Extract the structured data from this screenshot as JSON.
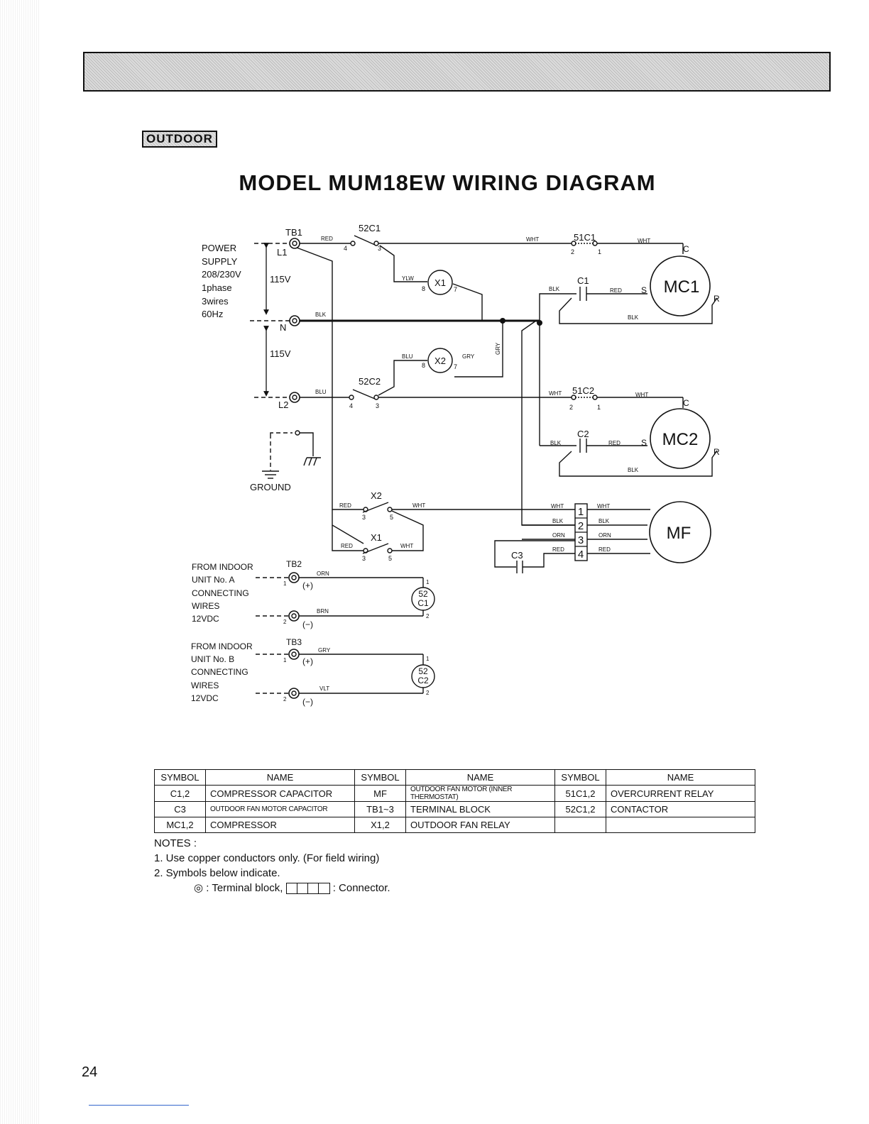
{
  "header": {
    "section_tag": "OUTDOOR",
    "title": "MODEL MUM18EW WIRING DIAGRAM"
  },
  "diagram": {
    "power_supply": [
      "POWER",
      "SUPPLY",
      "208/230V",
      "1phase",
      "3wires",
      "60Hz"
    ],
    "voltage_labels": [
      "115V",
      "115V"
    ],
    "terminal_tb1": "TB1",
    "terminals": {
      "l1": "L1",
      "n": "N",
      "l2": "L2"
    },
    "ground": "GROUND",
    "components": {
      "c52c1": "52C1",
      "c52c2": "52C2",
      "x1": "X1",
      "x2": "X2",
      "c51c1": "51C1",
      "c51c2": "51C2",
      "cap_c1": "C1",
      "cap_c2": "C2",
      "cap_c3": "C3",
      "mc1": "MC1",
      "mc2": "MC2",
      "mf": "MF",
      "coil_52c1": [
        "52",
        "C1"
      ],
      "coil_52c2": [
        "52",
        "C2"
      ]
    },
    "motor_terminals": {
      "c": "C",
      "s": "S",
      "r": "R"
    },
    "wire_colors": {
      "red": "RED",
      "wht": "WHT",
      "blk": "BLK",
      "blu": "BLU",
      "ylw": "YLW",
      "gry": "GRY",
      "orn": "ORN",
      "brn": "BRN",
      "vlt": "VLT"
    },
    "pins": {
      "p1": "1",
      "p2": "2",
      "p3": "3",
      "p4": "4",
      "p5": "5",
      "p7": "7",
      "p8": "8"
    },
    "connector_pins": [
      "1",
      "2",
      "3",
      "4"
    ],
    "indoor_a": {
      "lines": [
        "FROM INDOOR",
        "UNIT No. A",
        "CONNECTING",
        "WIRES",
        "12VDC"
      ],
      "terminal": "TB2"
    },
    "indoor_b": {
      "lines": [
        "FROM INDOOR",
        "UNIT No. B",
        "CONNECTING",
        "WIRES",
        "12VDC"
      ],
      "terminal": "TB3"
    },
    "polarity": {
      "plus": "(+)",
      "minus": "(−)"
    }
  },
  "legend": {
    "headers": [
      "SYMBOL",
      "NAME",
      "SYMBOL",
      "NAME",
      "SYMBOL",
      "NAME"
    ],
    "rows": [
      [
        "C1,2",
        "COMPRESSOR CAPACITOR",
        "MF",
        "OUTDOOR FAN MOTOR (INNER THERMOSTAT)",
        "51C1,2",
        "OVERCURRENT RELAY"
      ],
      [
        "C3",
        "OUTDOOR FAN MOTOR CAPACITOR",
        "TB1~3",
        "TERMINAL BLOCK",
        "52C1,2",
        "CONTACTOR"
      ],
      [
        "MC1,2",
        "COMPRESSOR",
        "X1,2",
        "OUTDOOR FAN RELAY",
        "",
        ""
      ]
    ]
  },
  "notes": {
    "heading": "NOTES :",
    "note1": "1.  Use copper conductors only. (For field wiring)",
    "note2": "2.  Symbols below indicate.",
    "terminal_symbol": "◎",
    "terminal_text": " : Terminal block, ",
    "connector_text": " : Connector."
  },
  "page_number": "24"
}
